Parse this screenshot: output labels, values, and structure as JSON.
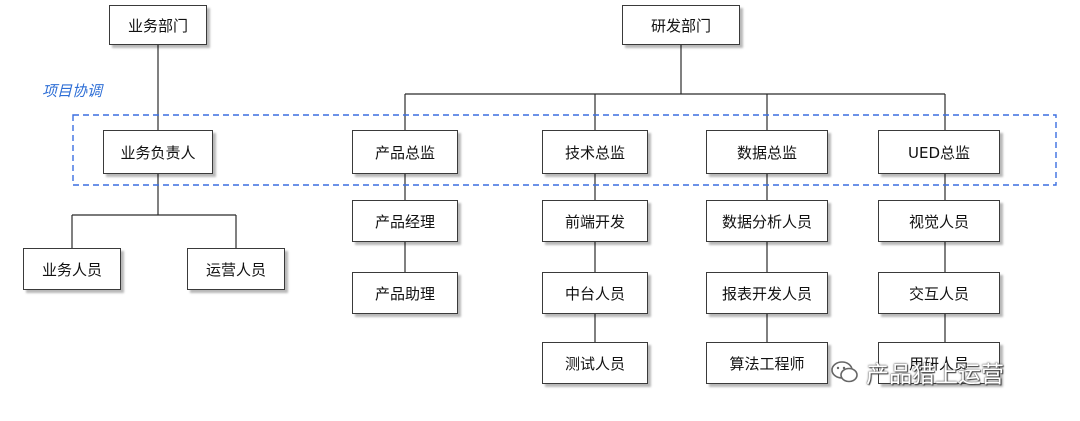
{
  "coordination_label": "项目协调",
  "departments": {
    "business": "业务部门",
    "rnd": "研发部门"
  },
  "managers": {
    "business_lead": "业务负责人",
    "product_director": "产品总监",
    "tech_director": "技术总监",
    "data_director": "数据总监",
    "ued_director": "UED总监"
  },
  "staff": {
    "business": [
      "业务人员",
      "运营人员"
    ],
    "product": [
      "产品经理",
      "产品助理"
    ],
    "tech": [
      "前端开发",
      "中台人员",
      "测试人员"
    ],
    "data": [
      "数据分析人员",
      "报表开发人员",
      "算法工程师"
    ],
    "ued": [
      "视觉人员",
      "交互人员",
      "用研人员"
    ]
  },
  "watermark": "产品猎上运营",
  "colors": {
    "dashed_border": "#3b6fe0",
    "coordination_text": "#2f6fd6",
    "line": "#2b2b2b"
  }
}
